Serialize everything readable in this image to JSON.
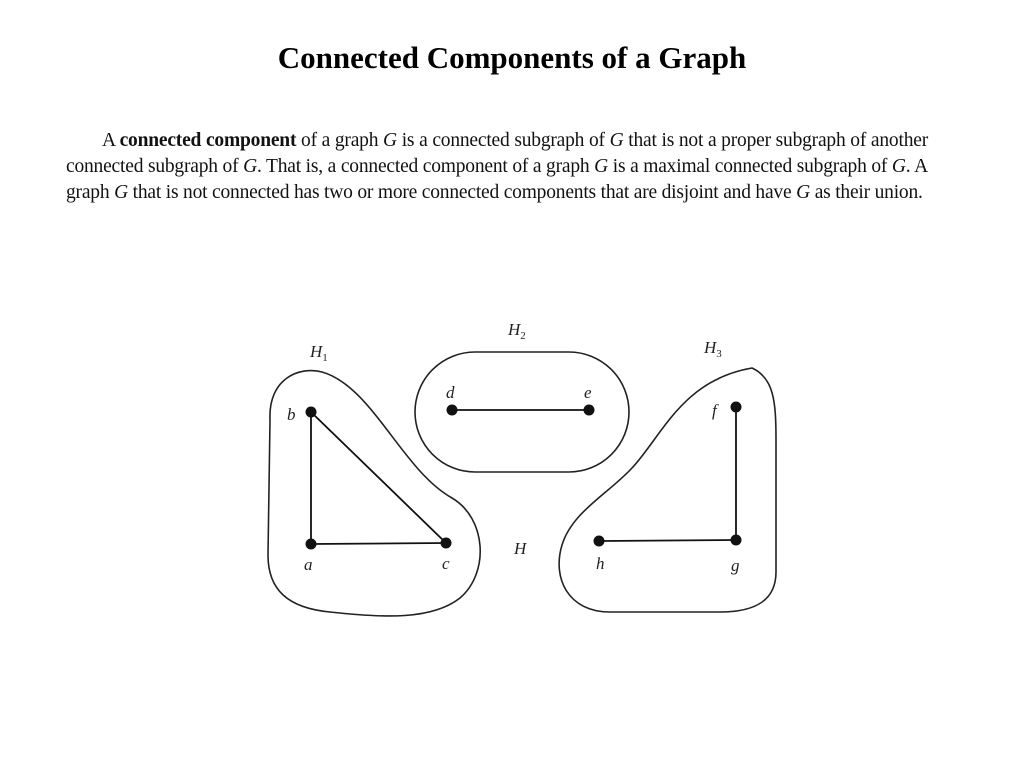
{
  "title": "Connected Components of a Graph",
  "paragraph": {
    "p1": "A ",
    "term": "connected component",
    "p2": " of a graph ",
    "v1": "G",
    "p3": " is a connected subgraph of ",
    "v2": "G",
    "p4": " that is not a proper subgraph of another connected subgraph of ",
    "v3": "G",
    "p5": ". That is, a connected component of a graph ",
    "v4": "G",
    "p6": " is a maximal connected subgraph of ",
    "v5": "G",
    "p7": ". A graph ",
    "v6": "G",
    "p8": " that is not connected has two or more connected components that are disjoint and have ",
    "v7": "G",
    "p9": " as their union."
  },
  "figure": {
    "graph_label": "H",
    "components": [
      {
        "name": "H",
        "sub": "1",
        "vertices": [
          "a",
          "b",
          "c"
        ]
      },
      {
        "name": "H",
        "sub": "2",
        "vertices": [
          "d",
          "e"
        ]
      },
      {
        "name": "H",
        "sub": "3",
        "vertices": [
          "f",
          "g",
          "h"
        ]
      }
    ],
    "vertex_labels": {
      "a": "a",
      "b": "b",
      "c": "c",
      "d": "d",
      "e": "e",
      "f": "f",
      "g": "g",
      "h": "h"
    },
    "edges": [
      [
        "a",
        "b"
      ],
      [
        "b",
        "c"
      ],
      [
        "a",
        "c"
      ],
      [
        "d",
        "e"
      ],
      [
        "f",
        "g"
      ],
      [
        "h",
        "g"
      ]
    ]
  }
}
